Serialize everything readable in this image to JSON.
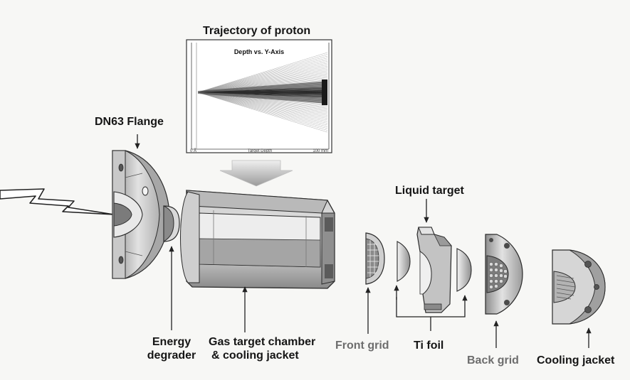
{
  "plot": {
    "heading": "Trajectory of proton",
    "title": "Depth vs. Y-Axis",
    "x_label": "Target Depth",
    "x_min_label": "0 Å",
    "x_max_label": "100 mm"
  },
  "labels": {
    "dn63_flange": "DN63 Flange",
    "liquid_target": "Liquid target",
    "energy_degrader_line1": "Energy",
    "energy_degrader_line2": "degrader",
    "gas_chamber_line1": "Gas target chamber",
    "gas_chamber_line2": "& cooling jacket",
    "front_grid": "Front grid",
    "ti_foil": "Ti foil",
    "back_grid": "Back grid",
    "cooling_jacket": "Cooling jacket"
  },
  "colors": {
    "label_dark": "#151515",
    "label_grey": "#6d6d6d",
    "metal_light": "#dcdcdc",
    "metal_mid": "#a9a9a9",
    "metal_dark": "#5f5f5f",
    "outline": "#2b2b2b"
  }
}
